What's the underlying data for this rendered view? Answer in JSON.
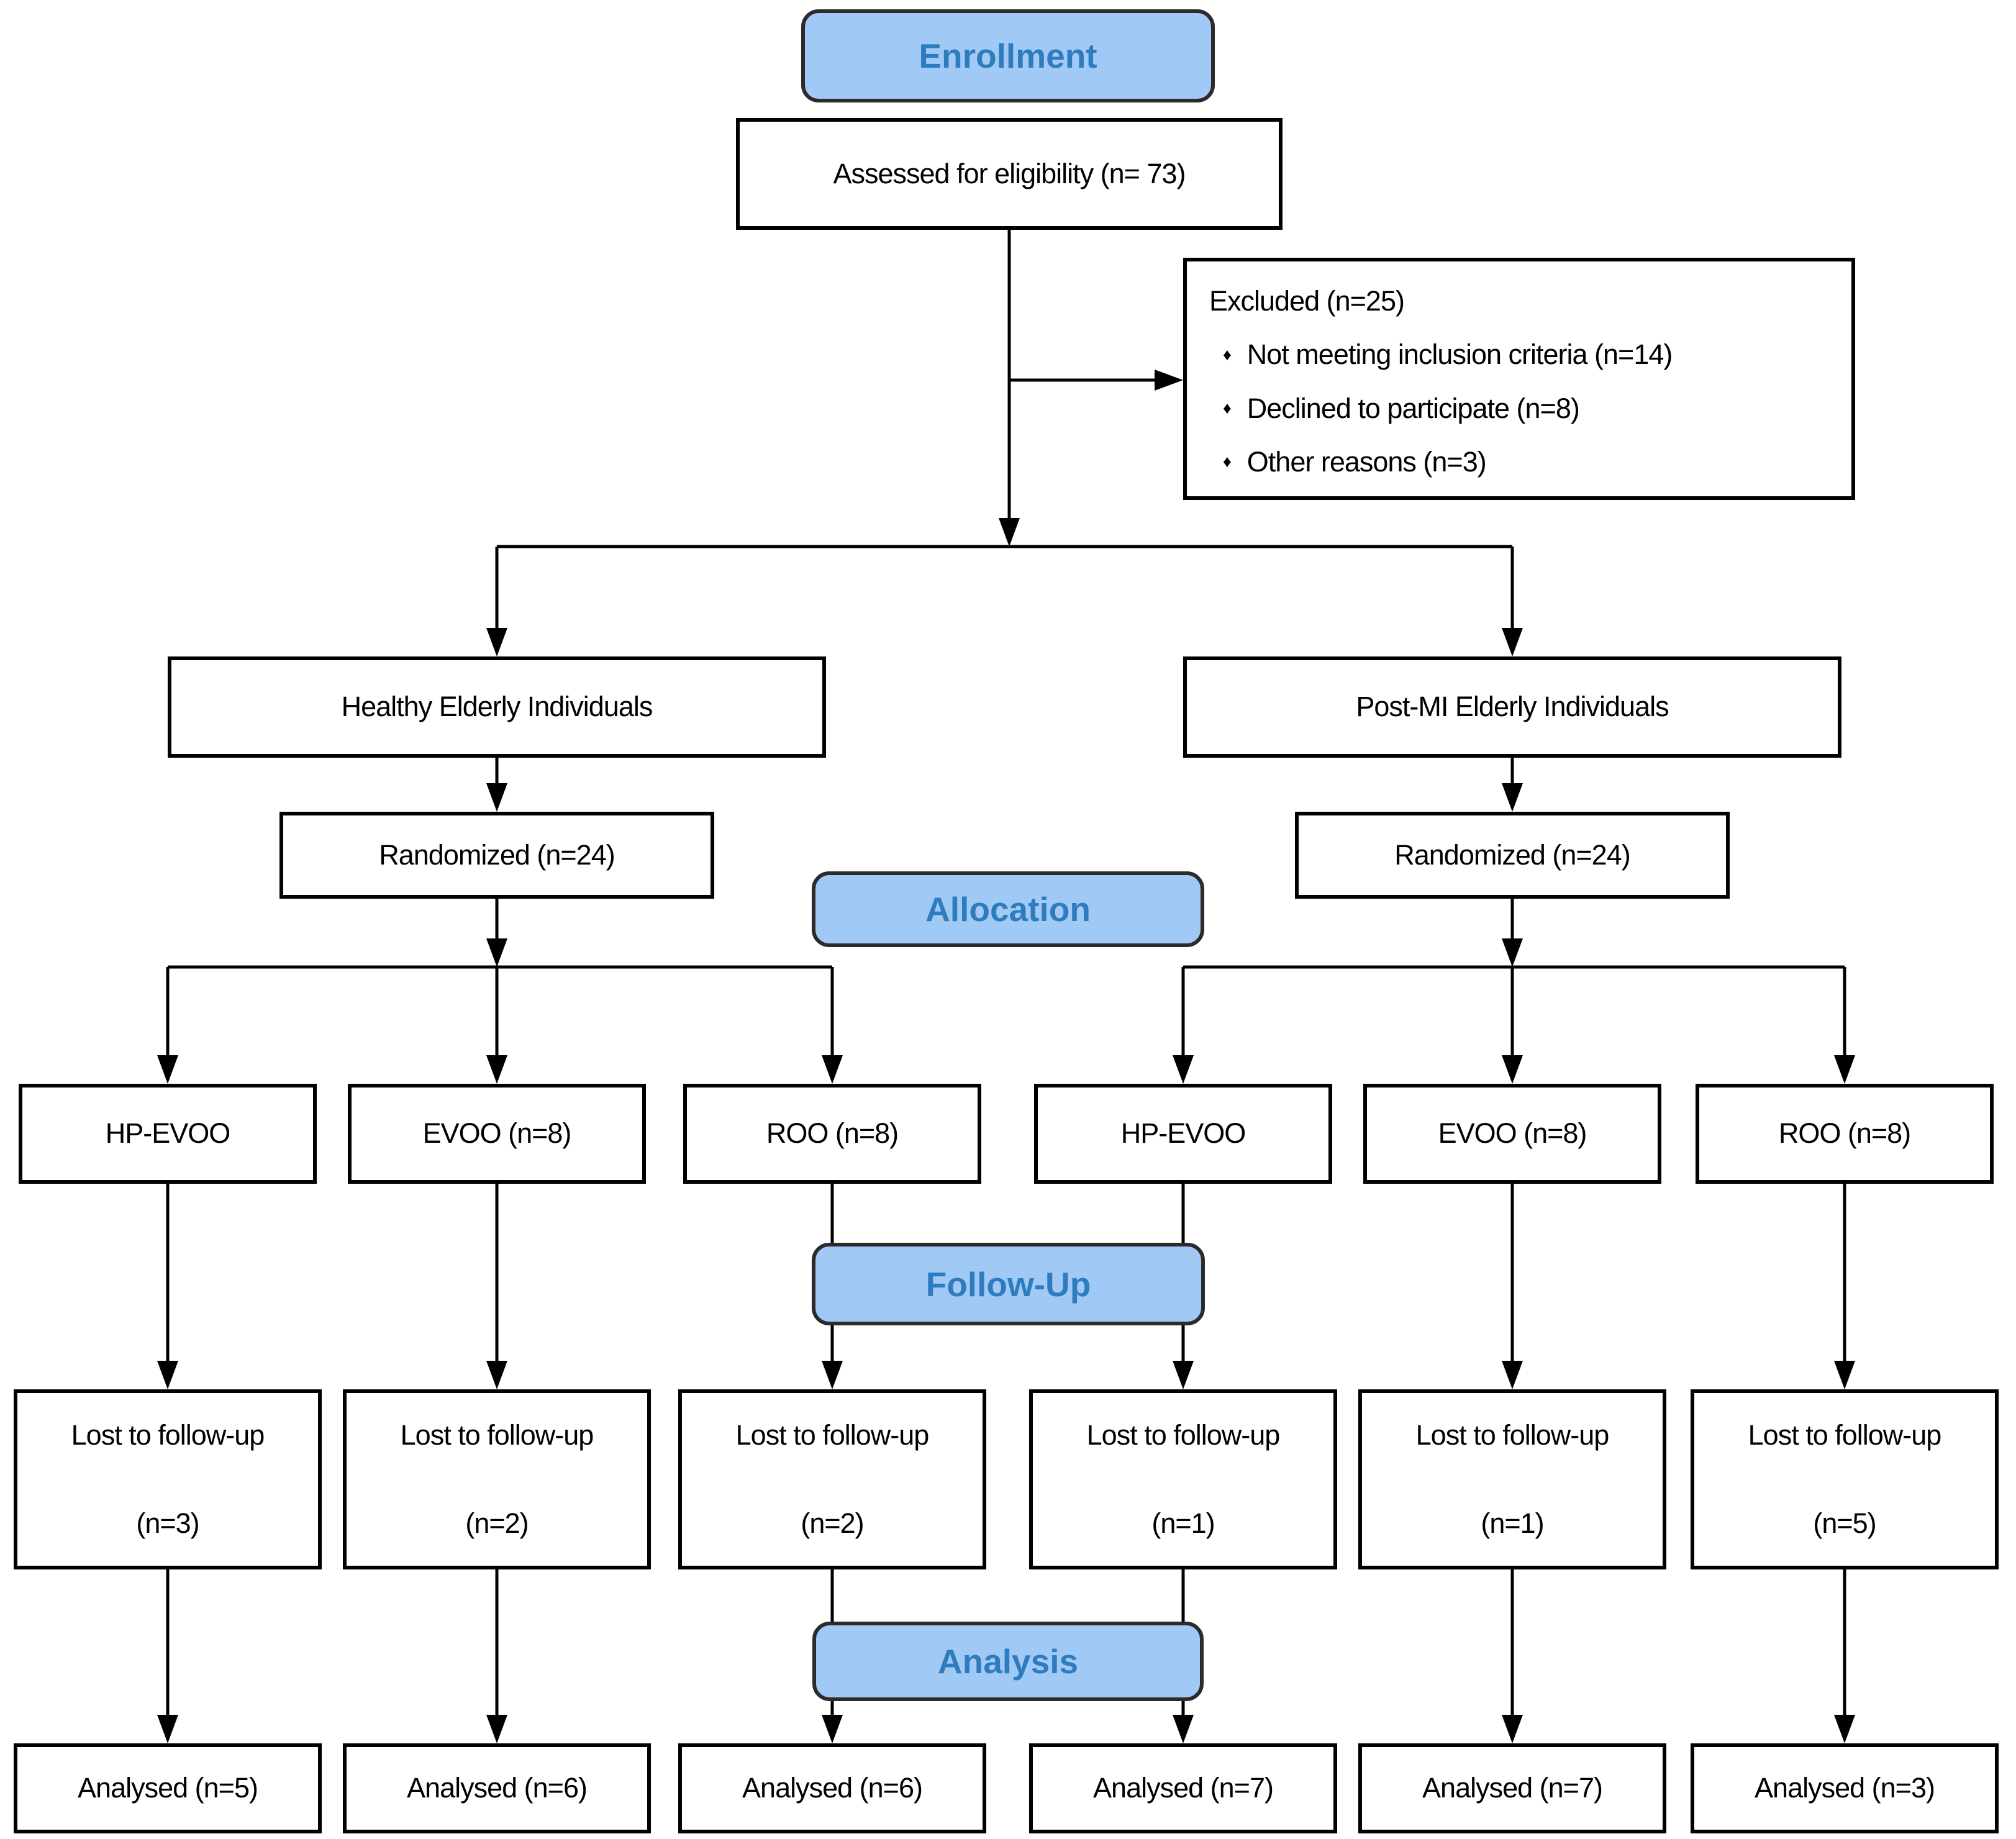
{
  "badges": {
    "enrollment": "Enrollment",
    "allocation": "Allocation",
    "follow_up": "Follow-Up",
    "analysis": "Analysis"
  },
  "colors": {
    "badge_fill": "#A1C9F6",
    "badge_text": "#2E7CBE",
    "badge_border": "#2b2b2b",
    "box_border": "#000000"
  },
  "top": {
    "assessed": "Assessed for eligibility (n= 73)",
    "excluded_title": "Excluded (n=25)",
    "excluded_bullet": "♦",
    "excluded_items": [
      "Not meeting inclusion criteria (n=14)",
      "Declined to participate (n=8)",
      "Other reasons (n=3)"
    ]
  },
  "arms": {
    "left_group": "Healthy Elderly Individuals",
    "right_group": "Post-MI Elderly Individuals",
    "left_randomized": "Randomized (n=24)",
    "right_randomized": "Randomized (n=24)"
  },
  "allocation_row": [
    "HP-EVOO",
    "EVOO (n=8)",
    "ROO (n=8)",
    "HP-EVOO",
    "EVOO (n=8)",
    "ROO (n=8)"
  ],
  "followup_row": [
    {
      "line1": "Lost to follow-up",
      "line2": "(n=3)"
    },
    {
      "line1": "Lost to follow-up",
      "line2": "(n=2)"
    },
    {
      "line1": "Lost to follow-up",
      "line2": "(n=2)"
    },
    {
      "line1": "Lost to follow-up",
      "line2": "(n=1)"
    },
    {
      "line1": "Lost to follow-up",
      "line2": "(n=1)"
    },
    {
      "line1": "Lost to follow-up",
      "line2": "(n=5)"
    }
  ],
  "analysis_row": [
    "Analysed (n=5)",
    "Analysed (n=6)",
    "Analysed (n=6)",
    "Analysed (n=7)",
    "Analysed (n=7)",
    "Analysed (n=3)"
  ]
}
